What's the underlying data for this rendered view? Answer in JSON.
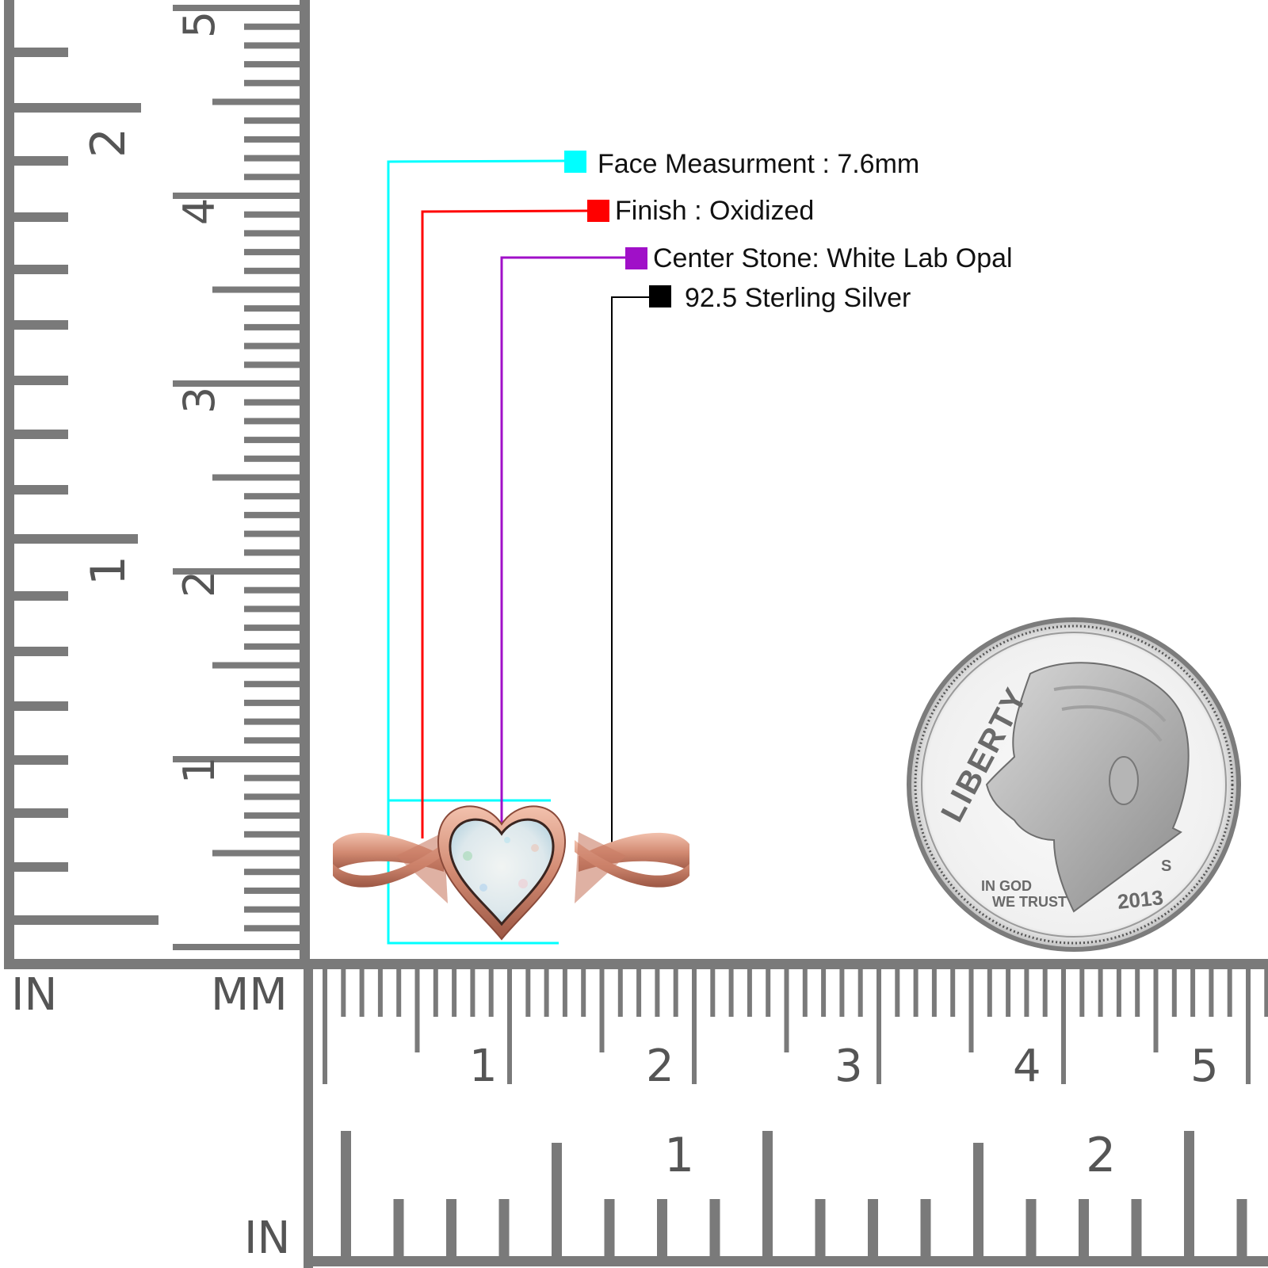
{
  "rulers": {
    "vertical": {
      "inch_label": "IN",
      "mm_label": "MM",
      "inch_numbers": [
        "1",
        "2"
      ],
      "cm_numbers": [
        "1",
        "2",
        "3",
        "4",
        "5"
      ]
    },
    "horizontal": {
      "cm_numbers": [
        "1",
        "2",
        "3",
        "4",
        "5"
      ],
      "inch_numbers": [
        "1",
        "2"
      ],
      "inch_label": "IN"
    },
    "color": "#7a7a7a"
  },
  "callouts": [
    {
      "label": "Face Measurment : 7.6mm",
      "color": "#00ffff"
    },
    {
      "label": "Finish : Oxidized",
      "color": "#ff0000"
    },
    {
      "label": "Center Stone: White Lab Opal",
      "color": "#a010c8"
    },
    {
      "label": "92.5 Sterling Silver",
      "color": "#000000"
    }
  ],
  "ring": {
    "metal_color": "#d9917a",
    "stone_color": "#e8eef0",
    "shape": "heart"
  },
  "coin": {
    "legend_top": "LIBERTY",
    "motto_line1": "IN GOD",
    "motto_line2": "WE TRUST",
    "mint_mark": "S",
    "year": "2013"
  }
}
